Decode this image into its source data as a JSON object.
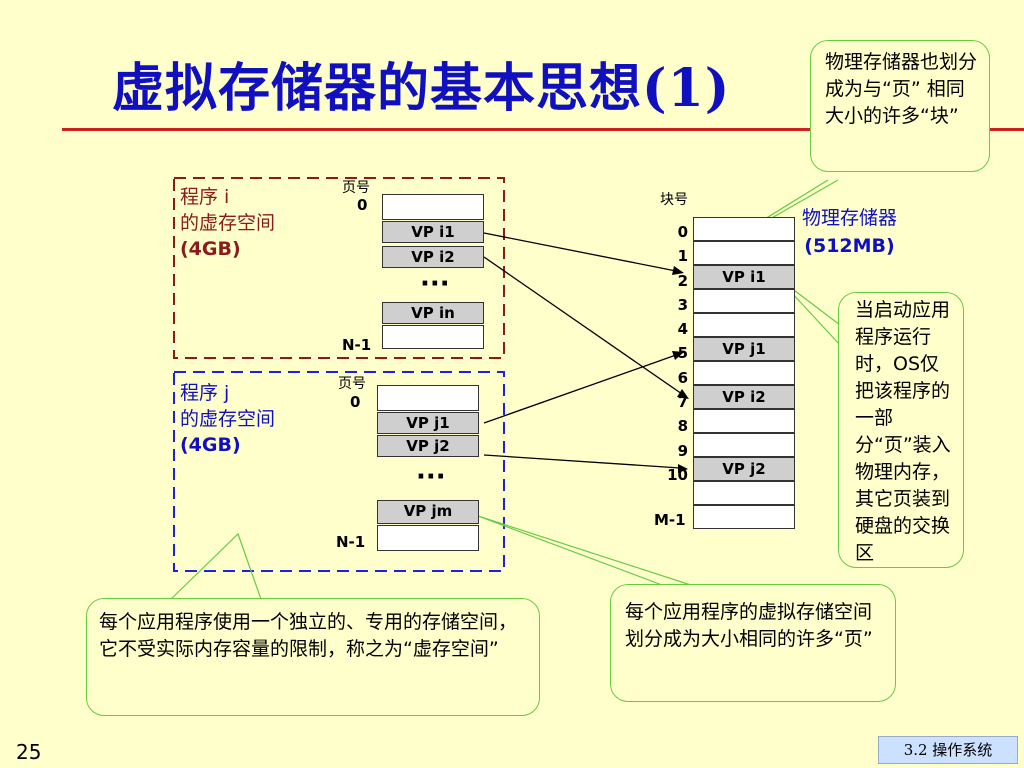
{
  "title": "虚拟存储器的基本思想(1)",
  "callouts": {
    "physical_pages": "物理存储器也划分成为与“页” 相同大小的许多“块”",
    "os_loads": "当启动应用程序运行时，OS仅把该程序的一部分“页”装入物理内存，其它页装到硬盘的交换区",
    "virtual_space": "每个应用程序使用一个独立的、专用的存储空间，它不受实际内存容量的限制，称之为“虚存空间”",
    "pages_split": "每个应用程序的虚拟存储空间划分成为大小相同的许多“页”"
  },
  "program_i": {
    "label_line1": "程序 i",
    "label_line2": "的虚存空间",
    "label_line3": "(4GB)",
    "page_no_label": "页号",
    "first_index": "0",
    "last_index": "N-1",
    "pages": [
      "VP i1",
      "VP i2"
    ],
    "ellipsis": "···",
    "last_page": "VP in"
  },
  "program_j": {
    "label_line1": "程序 j",
    "label_line2": "的虚存空间",
    "label_line3": "(4GB)",
    "page_no_label": "页号",
    "first_index": "0",
    "last_index": "N-1",
    "pages": [
      "VP j1",
      "VP j2"
    ],
    "ellipsis": "···",
    "last_page": "VP jm"
  },
  "physical": {
    "label_line1": "物理存储器",
    "label_line2": "(512MB)",
    "block_no_label": "块号",
    "indices": [
      "0",
      "1",
      "2",
      "3",
      "4",
      "5",
      "6",
      "7",
      "8",
      "9",
      "10"
    ],
    "last_index": "M-1",
    "blocks": {
      "b2": "VP i1",
      "b5": "VP j1",
      "b7": "VP i2",
      "b10": "VP j2"
    }
  },
  "footer": {
    "slide_number": "25",
    "tag": "3.2 操作系统"
  },
  "colors": {
    "title": "#1010C0",
    "program_i": "#8B1A1A",
    "program_j": "#1010C0",
    "rule": "#CC2222",
    "callout_border": "#66CC44",
    "background": "#FFFFCC"
  }
}
